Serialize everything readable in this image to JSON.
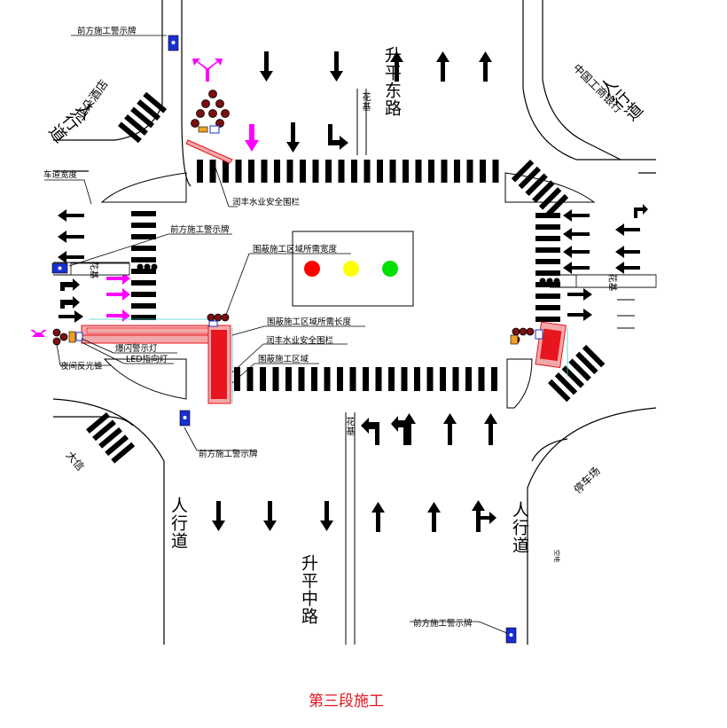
{
  "title": "第三段施工",
  "roads": {
    "north": "升平东路",
    "south": "升平中路"
  },
  "sidewalk": "人行道",
  "green_belt": "花基",
  "places": {
    "nw": "亚朵酒店",
    "ne": "中国工商银行",
    "sw": "大信",
    "se": "停车场",
    "se_small": "空地"
  },
  "labels": {
    "warning_sign": "前方施工警示牌",
    "lane_width": "车道宽度",
    "fence": "润丰水业安全围栏",
    "area_width": "围蔽施工区域所需宽度",
    "area_length": "围蔽施工区域所需长度",
    "area": "围蔽施工区域",
    "flash_lamp": "爆闪警示灯",
    "led_lamp": "LED指向灯",
    "reflective_cone": "夜间反光锥"
  },
  "traffic_light_colors": [
    "#ff0000",
    "#ffff00",
    "#00e000"
  ],
  "colors": {
    "work_zone": "#e8141e",
    "fence": "#f2a8a8",
    "arrow_magenta": "#ff00ff",
    "sign_blue": "#1a2fd0",
    "title_red": "#e8141e"
  }
}
